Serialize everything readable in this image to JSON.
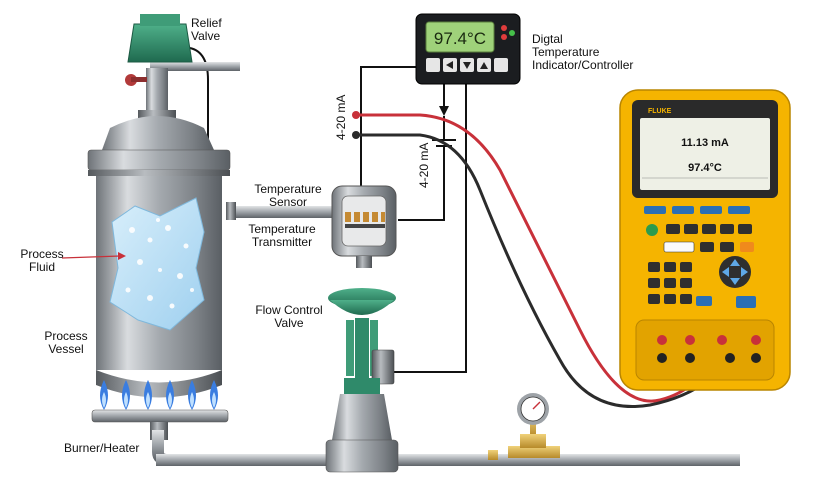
{
  "labels": {
    "relief_valve": [
      "Relief",
      "Valve"
    ],
    "process_fluid": [
      "Process",
      "Fluid"
    ],
    "process_vessel": [
      "Process",
      "Vessel"
    ],
    "burner_heater": "Burner/Heater",
    "temperature_sensor": [
      "Temperature",
      "Sensor"
    ],
    "temperature_transmitter": [
      "Temperature",
      "Transmitter"
    ],
    "flow_control_valve": [
      "Flow Control",
      "Valve"
    ],
    "indicator_controller": [
      "Digtal",
      "Temperature",
      "Indicator/Controller"
    ],
    "loop_current_a": "4-20 mA",
    "loop_current_b": "4-20 mA"
  },
  "indicator": {
    "display": "97.4°C"
  },
  "calibrator": {
    "brand": "FLUKE",
    "readout_ma": "11.13 mA",
    "readout_temp": "97.4°C"
  },
  "colors": {
    "wire_red": "#c8313a",
    "wire_black": "#2b2b2b",
    "calibrator_body": "#f5b400",
    "valve_green": "#2f8a6a",
    "display_green": "#9fd27a",
    "flame_blue": "#3a7de0"
  }
}
